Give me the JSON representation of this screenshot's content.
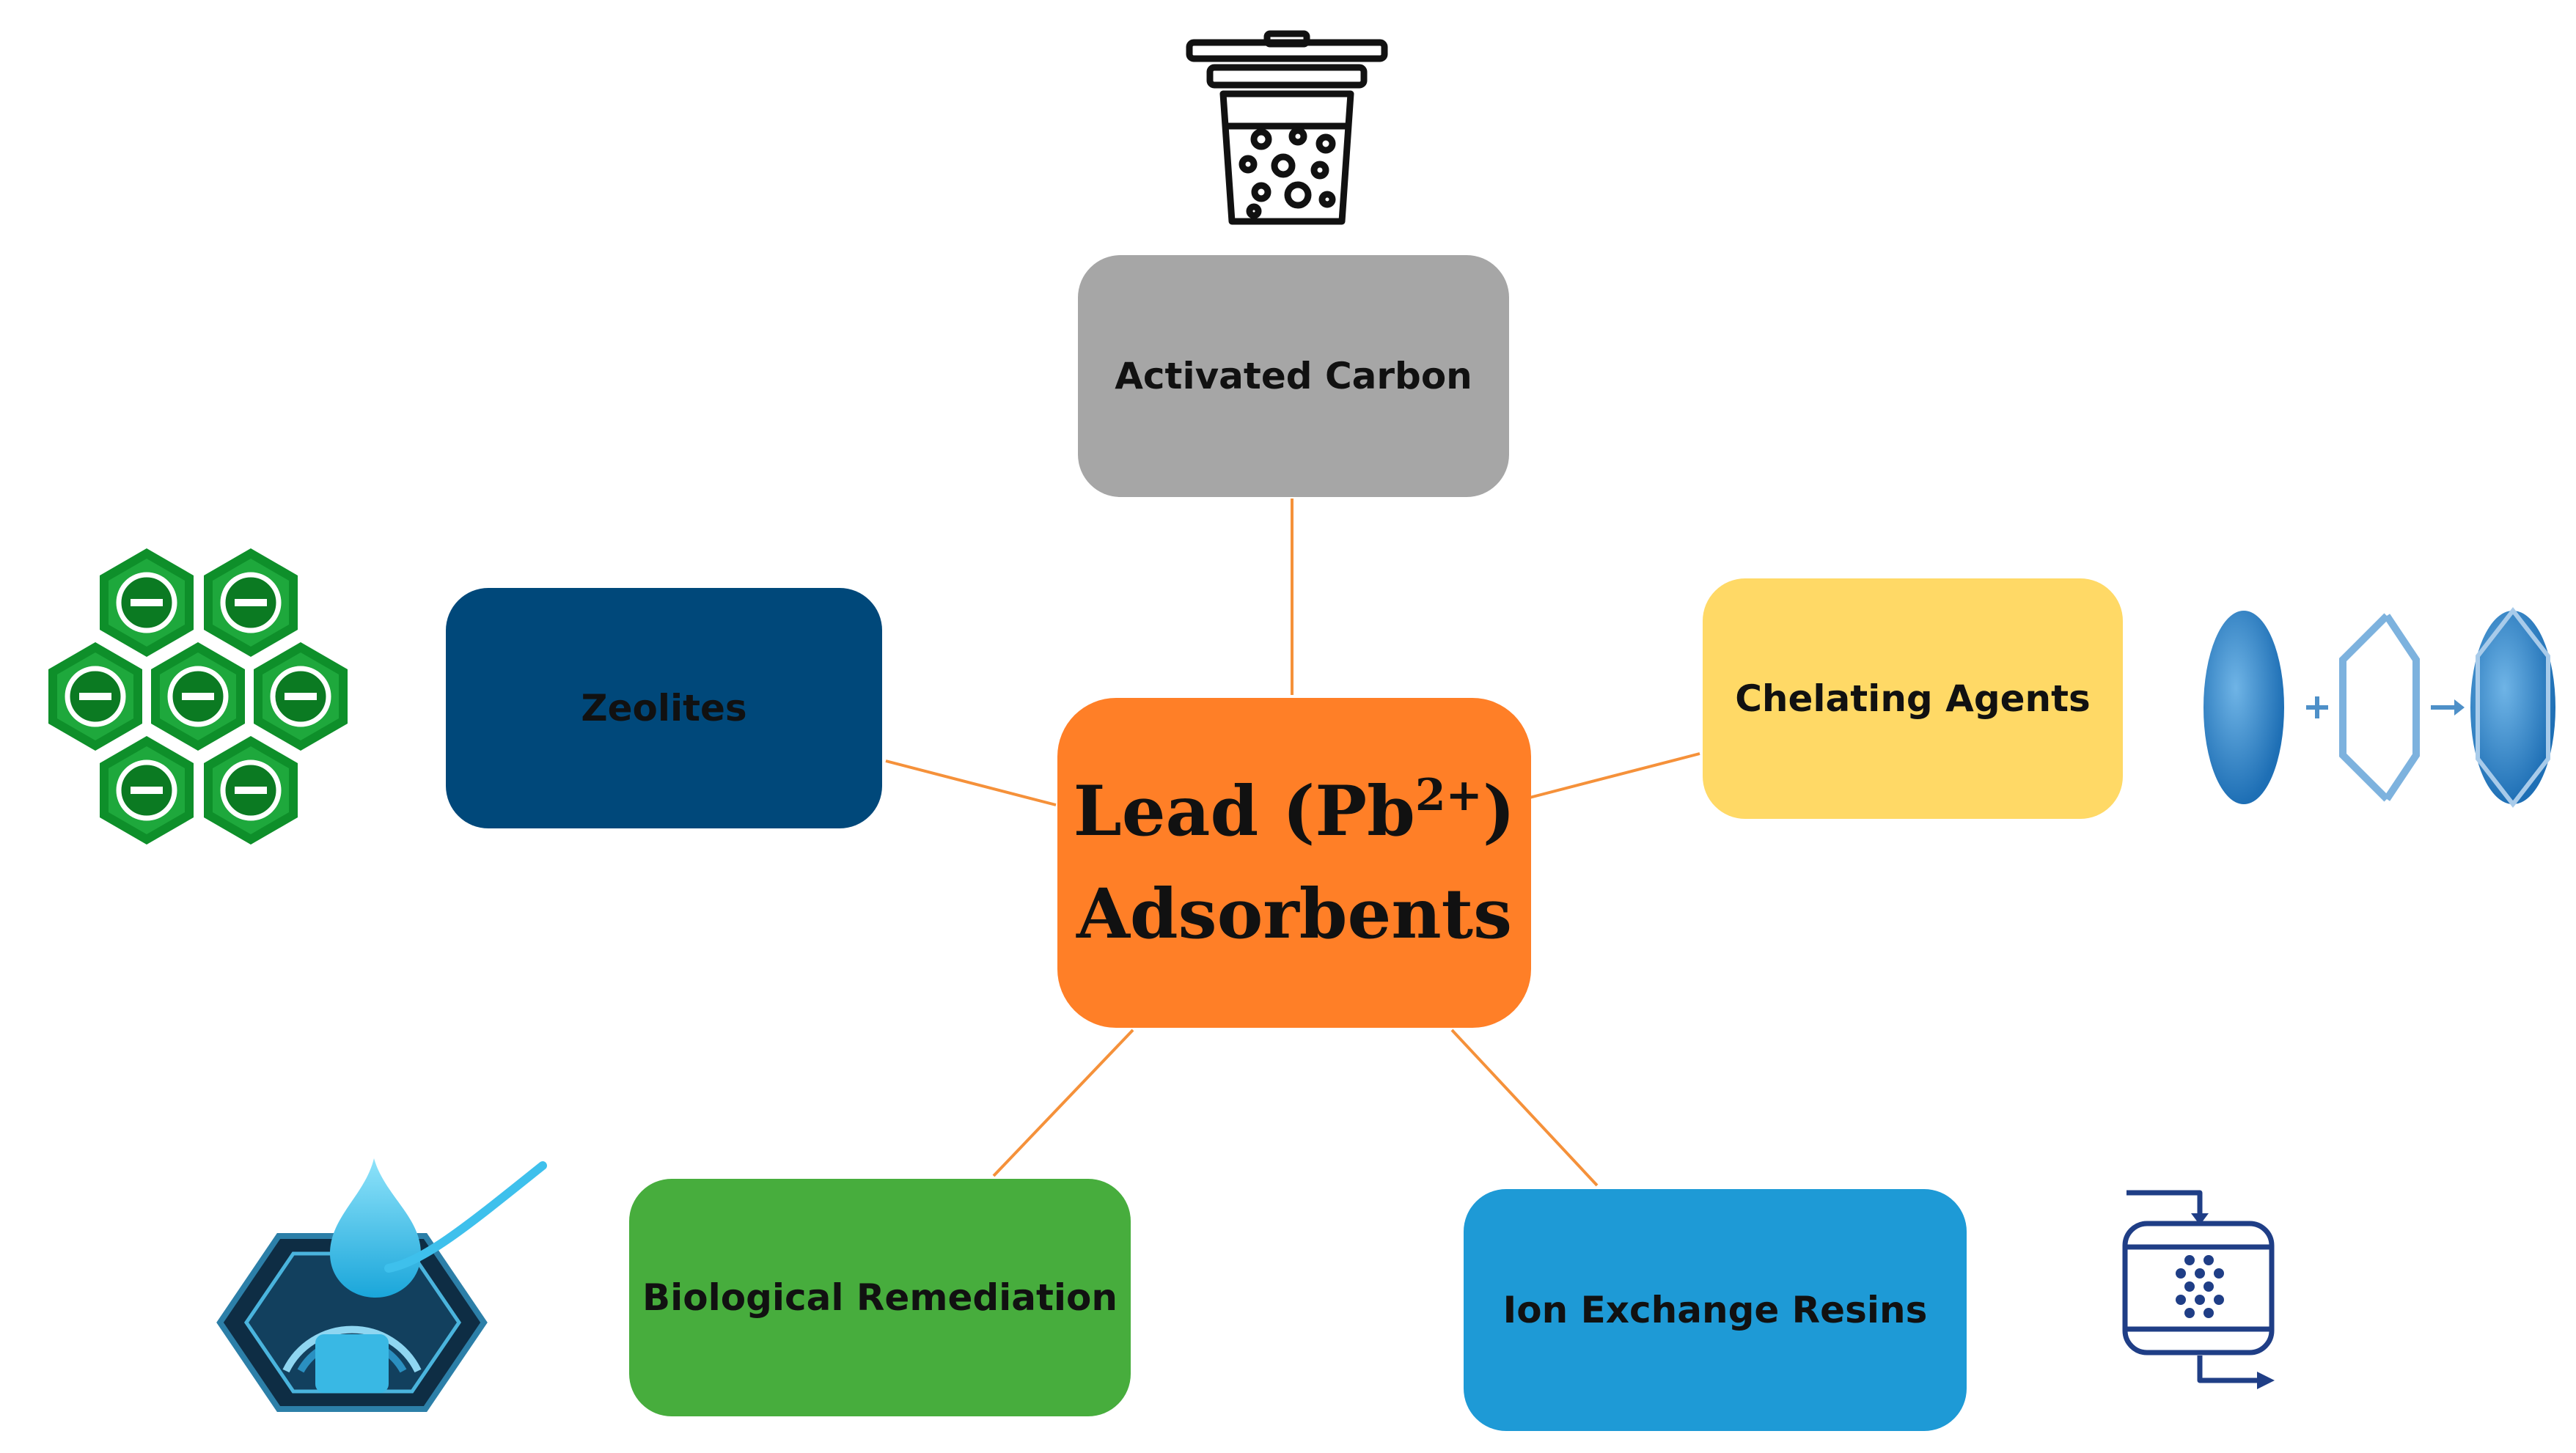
{
  "diagram": {
    "center": {
      "line1_prefix": "Lead (Pb",
      "line1_superscript": "2+",
      "line1_suffix": ")",
      "line2": "Adsorbents",
      "color": "#FF7F27"
    },
    "connector_color": "#F5913A",
    "nodes": {
      "activated_carbon": {
        "label": "Activated Carbon",
        "color": "#A6A6A6"
      },
      "zeolites": {
        "label": "Zeolites",
        "color": "#00487A"
      },
      "chelating_agents": {
        "label": "Chelating Agents",
        "color": "#FFD966"
      },
      "biological_remediation": {
        "label": "Biological Remediation",
        "color": "#47AD3D"
      },
      "ion_exchange_resins": {
        "label": "Ion Exchange Resins",
        "color": "#1E9AD6"
      }
    },
    "icons": {
      "activated_carbon": "filter-cartridge-icon",
      "zeolites": "hexagon-lattice-icon",
      "chelating_agents": "chelation-reaction-icon",
      "biological_remediation": "water-drop-gauge-icon",
      "ion_exchange_resins": "ion-exchange-column-icon"
    }
  }
}
